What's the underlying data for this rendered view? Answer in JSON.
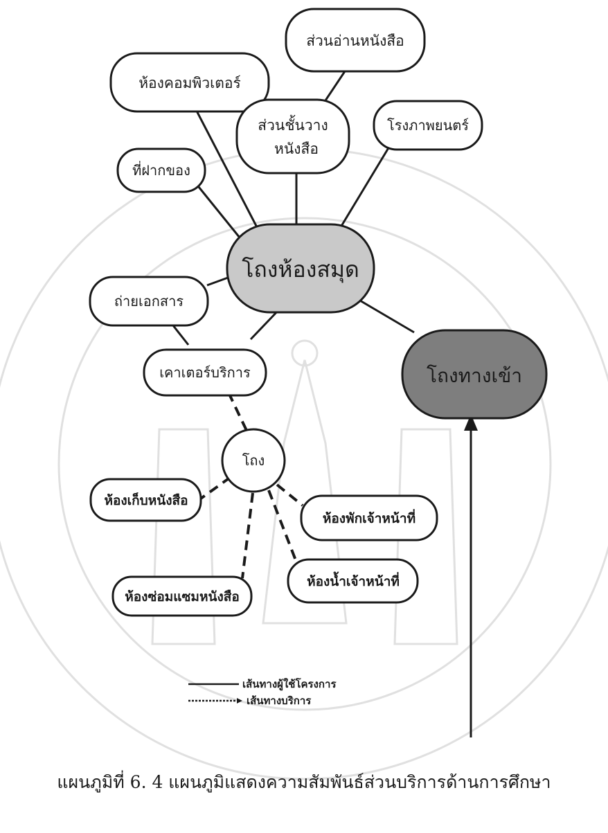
{
  "diagram": {
    "nodes": {
      "reading_area": "ส่วนอ่านหนังสือ",
      "computer_room": "ห้องคอมพิวเตอร์",
      "bookshelf_line1": "ส่วนชั้นวาง",
      "bookshelf_line2": "หนังสือ",
      "cinema": "โรงภาพยนตร์",
      "locker": "ที่ฝากของ",
      "library_hall": "โถงห้องสมุด",
      "photocopy": "ถ่ายเอกสาร",
      "service_counter": "เคาเตอร์บริการ",
      "entrance_hall": "โถงทางเข้า",
      "hall": "โถง",
      "book_storage": "ห้องเก็บหนังสือ",
      "staff_lounge": "ห้องพักเจ้าหน้าที่",
      "staff_restroom": "ห้องน้ำเจ้าหน้าที่",
      "book_repair": "ห้องซ่อมแซมหนังสือ"
    },
    "legend": {
      "user_route": "เส้นทางผู้ใช้โครงการ",
      "service_route": "เส้นทางบริการ"
    }
  },
  "caption": "แผนภูมิที่ 6. 4 แผนภูมิแสดงความสัมพันธ์ส่วนบริการด้านการศึกษา",
  "colors": {
    "library_hall_fill": "#c9c9c9",
    "entrance_hall_fill": "#7e7e7e",
    "stroke": "#1a1a1a",
    "watermark": "#e2e2e2"
  }
}
